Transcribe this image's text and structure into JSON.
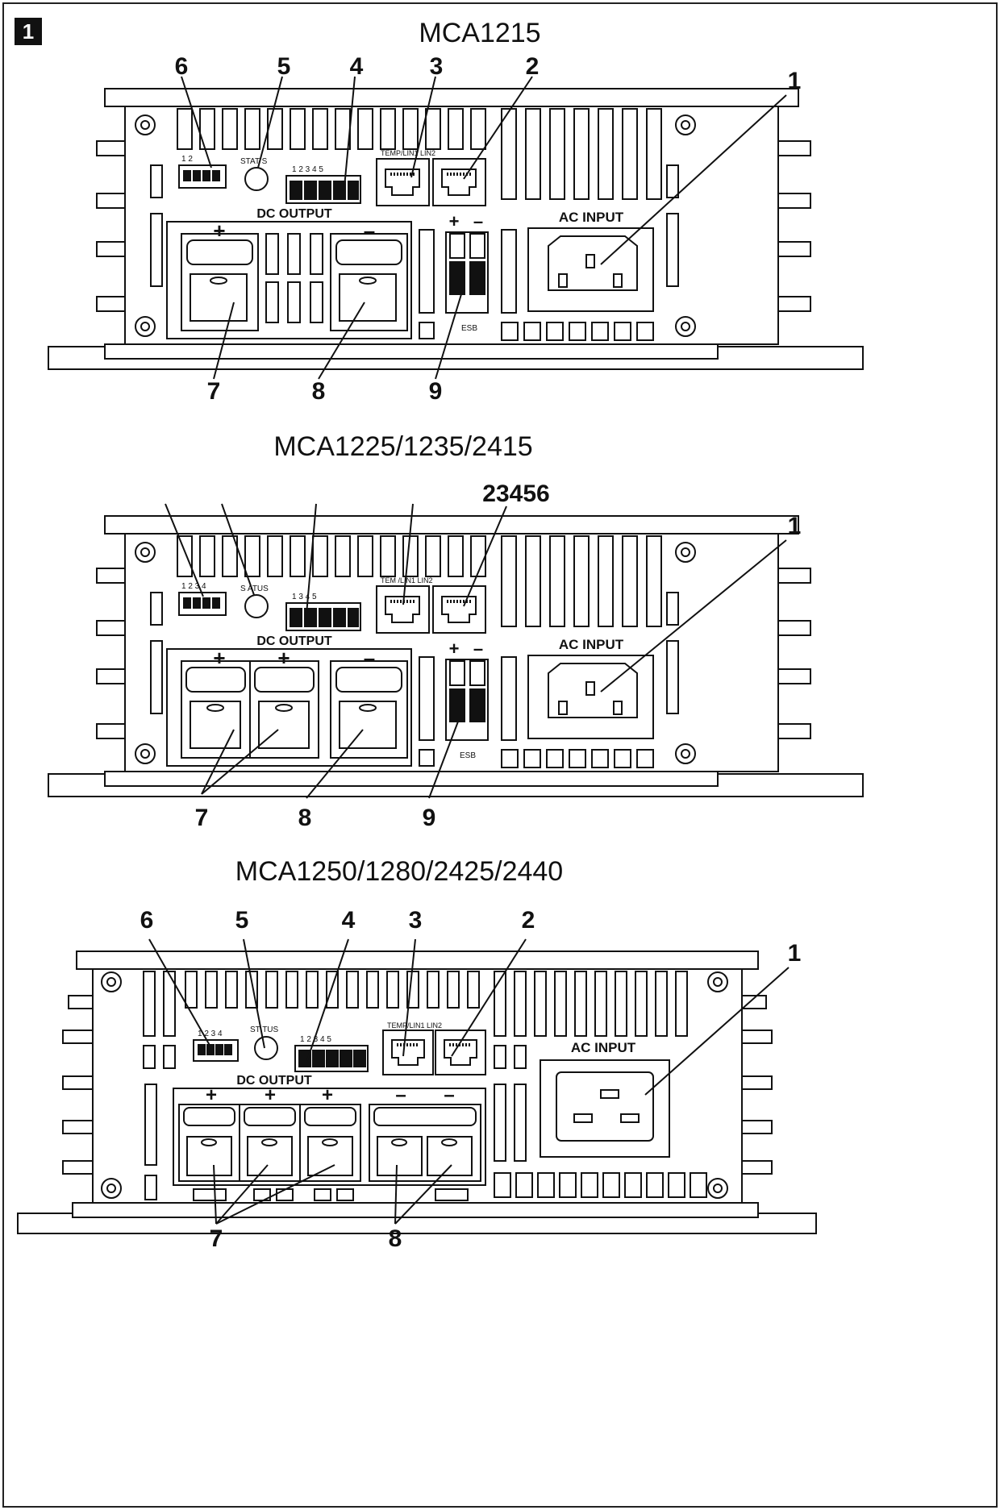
{
  "figure_number": "1",
  "panels": [
    {
      "title": "MCA1215",
      "labels": {
        "1": "1",
        "2": "2",
        "3": "3",
        "4": "4",
        "5": "5",
        "6": "6",
        "7": "7",
        "8": "8",
        "9": "9"
      },
      "status": "STAT S",
      "port_label": "TEMP/LIN1 LIN2",
      "dip_numbers": "1  2",
      "terminal_numbers": "1   2   3   4   5",
      "dc_output": "DC OUTPUT",
      "ac_input": "AC INPUT",
      "esb": "ESB",
      "plus": "+",
      "minus": "–"
    },
    {
      "title": "MCA1225/1235/2415",
      "labels": {
        "top": "23456",
        "1": "1",
        "7": "7",
        "8": "8",
        "9": "9"
      },
      "status": "S ATUS",
      "port_label": "TEM /LIN1 LIN2",
      "dip_numbers": "1  2  3  4",
      "terminal_numbers": "1        3   4   5",
      "dc_output": "DC OUTPUT",
      "ac_input": "AC INPUT",
      "esb": "ESB",
      "plus": "+",
      "minus": "–"
    },
    {
      "title": "MCA1250/1280/2425/2440",
      "labels": {
        "1": "1",
        "2": "2",
        "3": "3",
        "4": "4",
        "5": "5",
        "6": "6",
        "7": "7",
        "8": "8"
      },
      "status": "ST TUS",
      "port_label": "TEMP/LIN1 LIN2",
      "dip_numbers": "1  2  3  4",
      "terminal_numbers": "1  2   3   4   5",
      "dc_output": "DC OUTPUT",
      "ac_input": "AC INPUT",
      "plus": "+",
      "minus": "–"
    }
  ]
}
